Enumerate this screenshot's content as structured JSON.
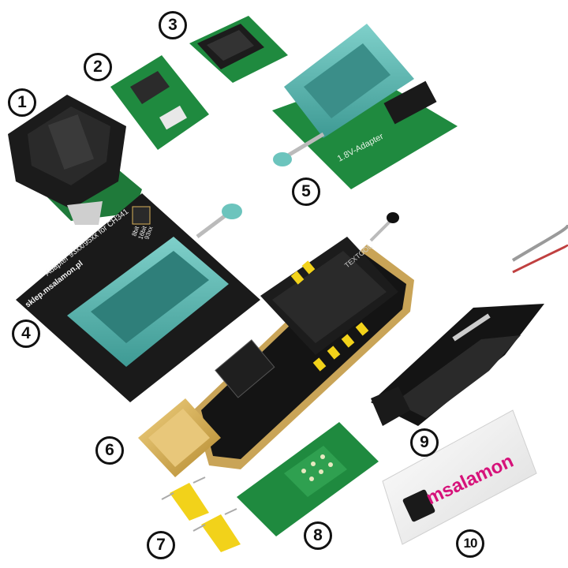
{
  "labels": [
    "1",
    "2",
    "3",
    "4",
    "5",
    "6",
    "7",
    "8",
    "9",
    "10"
  ],
  "item4": {
    "title": "Adapter 93xx/95xx for CH341",
    "url": "sklep.msalamon.pl",
    "jumper_a": "8bit",
    "jumper_b": "16bit",
    "chip": "93xx"
  },
  "item5": {
    "text": "1.8V-Adapter"
  },
  "item6": {
    "socket_brand": "TEXTOOL"
  },
  "item10": {
    "brand": "msalamon"
  },
  "colors": {
    "pcb_green": "#1f7a3a",
    "pcb_black": "#1a1a1a",
    "socket_teal": "#5cb8b2",
    "usb_gold": "#d9b25a",
    "pin_yellow": "#f2d21a",
    "brand_pink": "#d6127a"
  }
}
